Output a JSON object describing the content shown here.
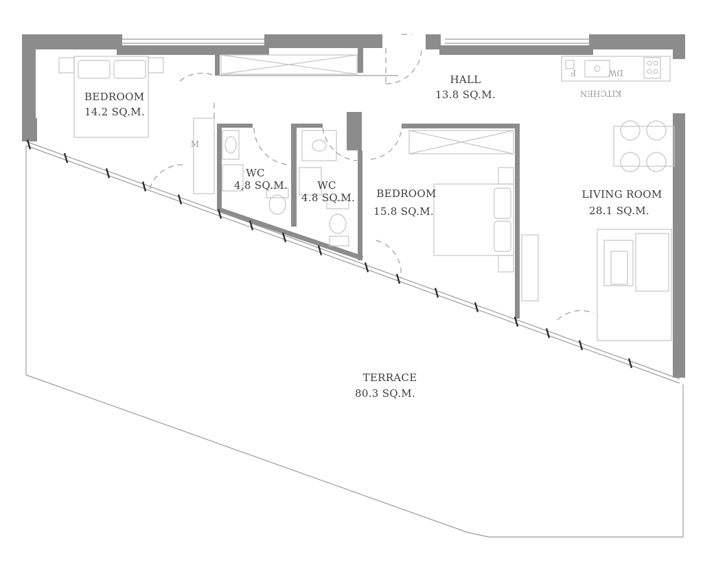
{
  "rooms": {
    "bedroom1": {
      "name": "BEDROOM",
      "area": "14.2 SQ.M."
    },
    "hall": {
      "name": "HALL",
      "area": "13.8 SQ.M."
    },
    "kitchen": {
      "name": "KITCHEN"
    },
    "wc1": {
      "name": "WC",
      "area": "4,8 SQ.M."
    },
    "wc2": {
      "name": "WC",
      "area": "4.8 SQ.M."
    },
    "bedroom2": {
      "name": "BEDROOM",
      "area": "15.8 SQ.M."
    },
    "living": {
      "name": "LIVING ROOM",
      "area": "28.1 SQ.M."
    },
    "terrace": {
      "name": "TERRACE",
      "area": "80.3 SQ.M."
    }
  },
  "appliances": {
    "dw": "DW",
    "f": "F",
    "m": "M"
  },
  "icons": [
    "door-swing-icon",
    "bed-icon",
    "toilet-icon",
    "sink-icon",
    "dining-table-icon",
    "sofa-icon",
    "stove-icon"
  ]
}
